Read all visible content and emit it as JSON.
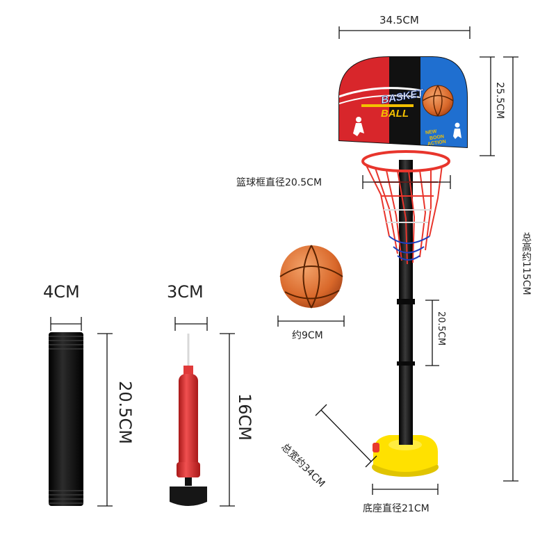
{
  "board": {
    "logo_line1": "BASKET",
    "logo_line2": "BALL",
    "tag_line1": "NEW",
    "tag_line2": "BOON",
    "tag_line3": "ACTION"
  },
  "dimensions": {
    "backboard_width": "34.5CM",
    "backboard_height": "25.5CM",
    "hoop_diameter": "篮球框直径20.5CM",
    "total_height": "总高约115CM",
    "ball_size": "约9CM",
    "pole_segment": "20.5CM",
    "total_width": "总宽约34CM",
    "base_diameter": "底座直径21CM",
    "tube_width": "4CM",
    "tube_length": "20.5CM",
    "pump_width": "3CM",
    "pump_length": "16CM"
  },
  "colors": {
    "board_red": "#d8262b",
    "board_blue": "#1f6fd0",
    "board_black": "#111111",
    "hoop_red": "#e8352c",
    "ball_orange": "#e07a35",
    "base_yellow": "#ffe100",
    "pump_red": "#e03a3a",
    "tube_black": "#141414"
  }
}
